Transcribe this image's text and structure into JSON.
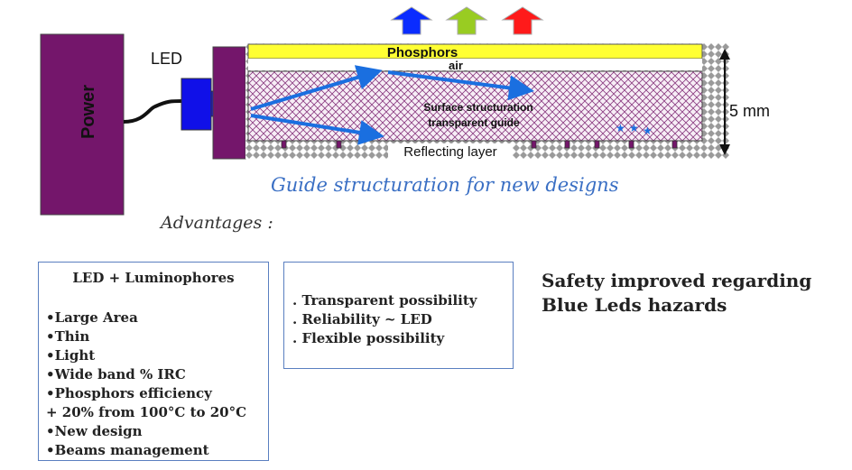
{
  "diagram": {
    "power_label": "Power",
    "led_label": "LED",
    "phosphors_label": "Phosphors",
    "air_label": "air",
    "guide_label_line1": "Surface structuration",
    "guide_label_line2": "transparent guide",
    "reflecting_label": "Reflecting layer",
    "thickness_label": "5 mm",
    "colors": {
      "power": "#74166b",
      "led": "#1010e8",
      "phosphors": "#ffff33",
      "arrow_blue": "#1a6fe0",
      "up_arrow_blue": "#0a2cff",
      "up_arrow_green": "#99cc22",
      "up_arrow_red": "#ff1a1a"
    }
  },
  "caption": "Guide structuration for  new designs",
  "advantages_label": "Advantages :",
  "box1": {
    "title": "LED + Luminophores",
    "items": [
      "•Large Area",
      "•Thin",
      "•Light",
      "•Wide band % IRC",
      "•Phosphors   efficiency",
      "+ 20% from  100°C to 20°C",
      "•New design",
      "•Beams management"
    ]
  },
  "box2": {
    "items": [
      ". Transparent possibility",
      ". Reliability  ~  LED",
      ". Flexible possibility"
    ]
  },
  "safety": {
    "line1": "Safety improved regarding",
    "line2": "Blue Leds hazards"
  }
}
